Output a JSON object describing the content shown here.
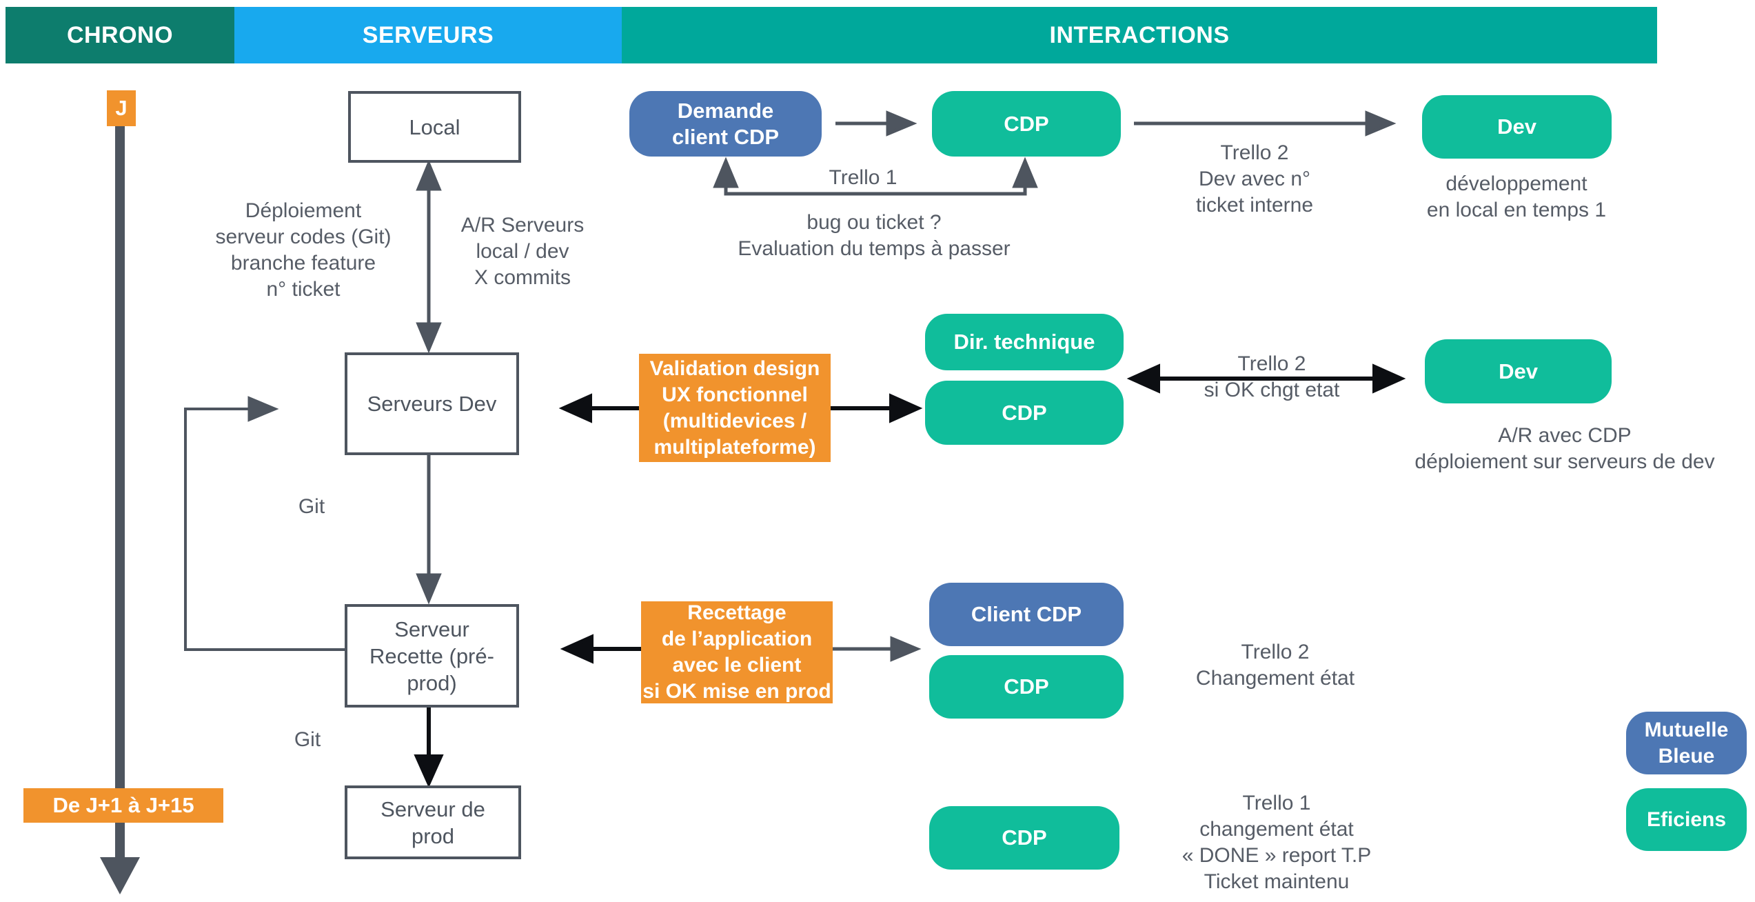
{
  "header": {
    "chrono": "CHRONO",
    "serveurs": "SERVEURS",
    "interactions": "INTERACTIONS"
  },
  "timeline": {
    "start_label": "J",
    "range_label": "De J+1  à J+15"
  },
  "servers": {
    "local": {
      "lines": [
        "Local"
      ]
    },
    "dev": {
      "lines": [
        "Serveurs Dev"
      ]
    },
    "recette": {
      "lines": [
        "Serveur",
        "Recette (pré-",
        "prod)"
      ]
    },
    "prod": {
      "lines": [
        "Serveur de",
        "prod"
      ]
    }
  },
  "actors": {
    "demande_client_cdp": {
      "lines": [
        "Demande",
        "client CDP"
      ]
    },
    "cdp_top": {
      "lines": [
        "CDP"
      ]
    },
    "dev_top": {
      "lines": [
        "Dev"
      ]
    },
    "dir_technique": {
      "lines": [
        "Dir. technique"
      ]
    },
    "cdp_mid": {
      "lines": [
        "CDP"
      ]
    },
    "dev_mid": {
      "lines": [
        "Dev"
      ]
    },
    "client_cdp": {
      "lines": [
        "Client CDP"
      ]
    },
    "cdp_recette": {
      "lines": [
        "CDP"
      ]
    },
    "cdp_bottom": {
      "lines": [
        "CDP"
      ]
    },
    "mutuelle_bleue": {
      "lines": [
        "Mutuelle",
        "Bleue"
      ]
    },
    "eficiens": {
      "lines": [
        "Eficiens"
      ]
    }
  },
  "steps": {
    "validation": {
      "lines": [
        "Validation design",
        "UX fonctionnel",
        "(multidevices /",
        "multiplateforme)"
      ]
    },
    "recettage": {
      "lines": [
        "Recettage",
        "de l’application",
        "avec le client",
        "si OK mise en prod"
      ]
    }
  },
  "notes": {
    "deploy": {
      "lines": [
        "Déploiement",
        "serveur codes (Git)",
        "branche feature",
        "n° ticket"
      ]
    },
    "ar_serveurs": {
      "lines": [
        "A/R Serveurs",
        "local / dev",
        "X commits"
      ]
    },
    "trello1_top": {
      "lines": [
        "Trello 1"
      ]
    },
    "bug": {
      "lines": [
        "bug ou ticket ?",
        "Evaluation du temps à passer"
      ]
    },
    "trello2_dev": {
      "lines": [
        "Trello 2",
        "Dev avec n°",
        "ticket interne"
      ]
    },
    "dev_local": {
      "lines": [
        "développement",
        "en local en temps 1"
      ]
    },
    "trello2_chgt": {
      "lines": [
        "Trello 2",
        "si OK chgt etat"
      ]
    },
    "git_1": {
      "lines": [
        "Git"
      ]
    },
    "ar_cdp": {
      "lines": [
        "A/R avec CDP",
        "déploiement sur serveurs de dev"
      ]
    },
    "trello2_etat": {
      "lines": [
        "Trello 2",
        "Changement état"
      ]
    },
    "git_2": {
      "lines": [
        "Git"
      ]
    },
    "trello1_done": {
      "lines": [
        "Trello 1",
        "changement état",
        "« DONE » report T.P",
        "Ticket maintenu"
      ]
    }
  },
  "colors": {
    "header_chrono": "#0d7d6d",
    "header_serveurs": "#18a9ee",
    "header_interactions": "#00a89b",
    "pill_teal": "#10bd9b",
    "pill_blue": "#4d77b4",
    "accent_orange": "#f1932d",
    "line_gray": "#4e555f",
    "note_text": "#565c66"
  }
}
